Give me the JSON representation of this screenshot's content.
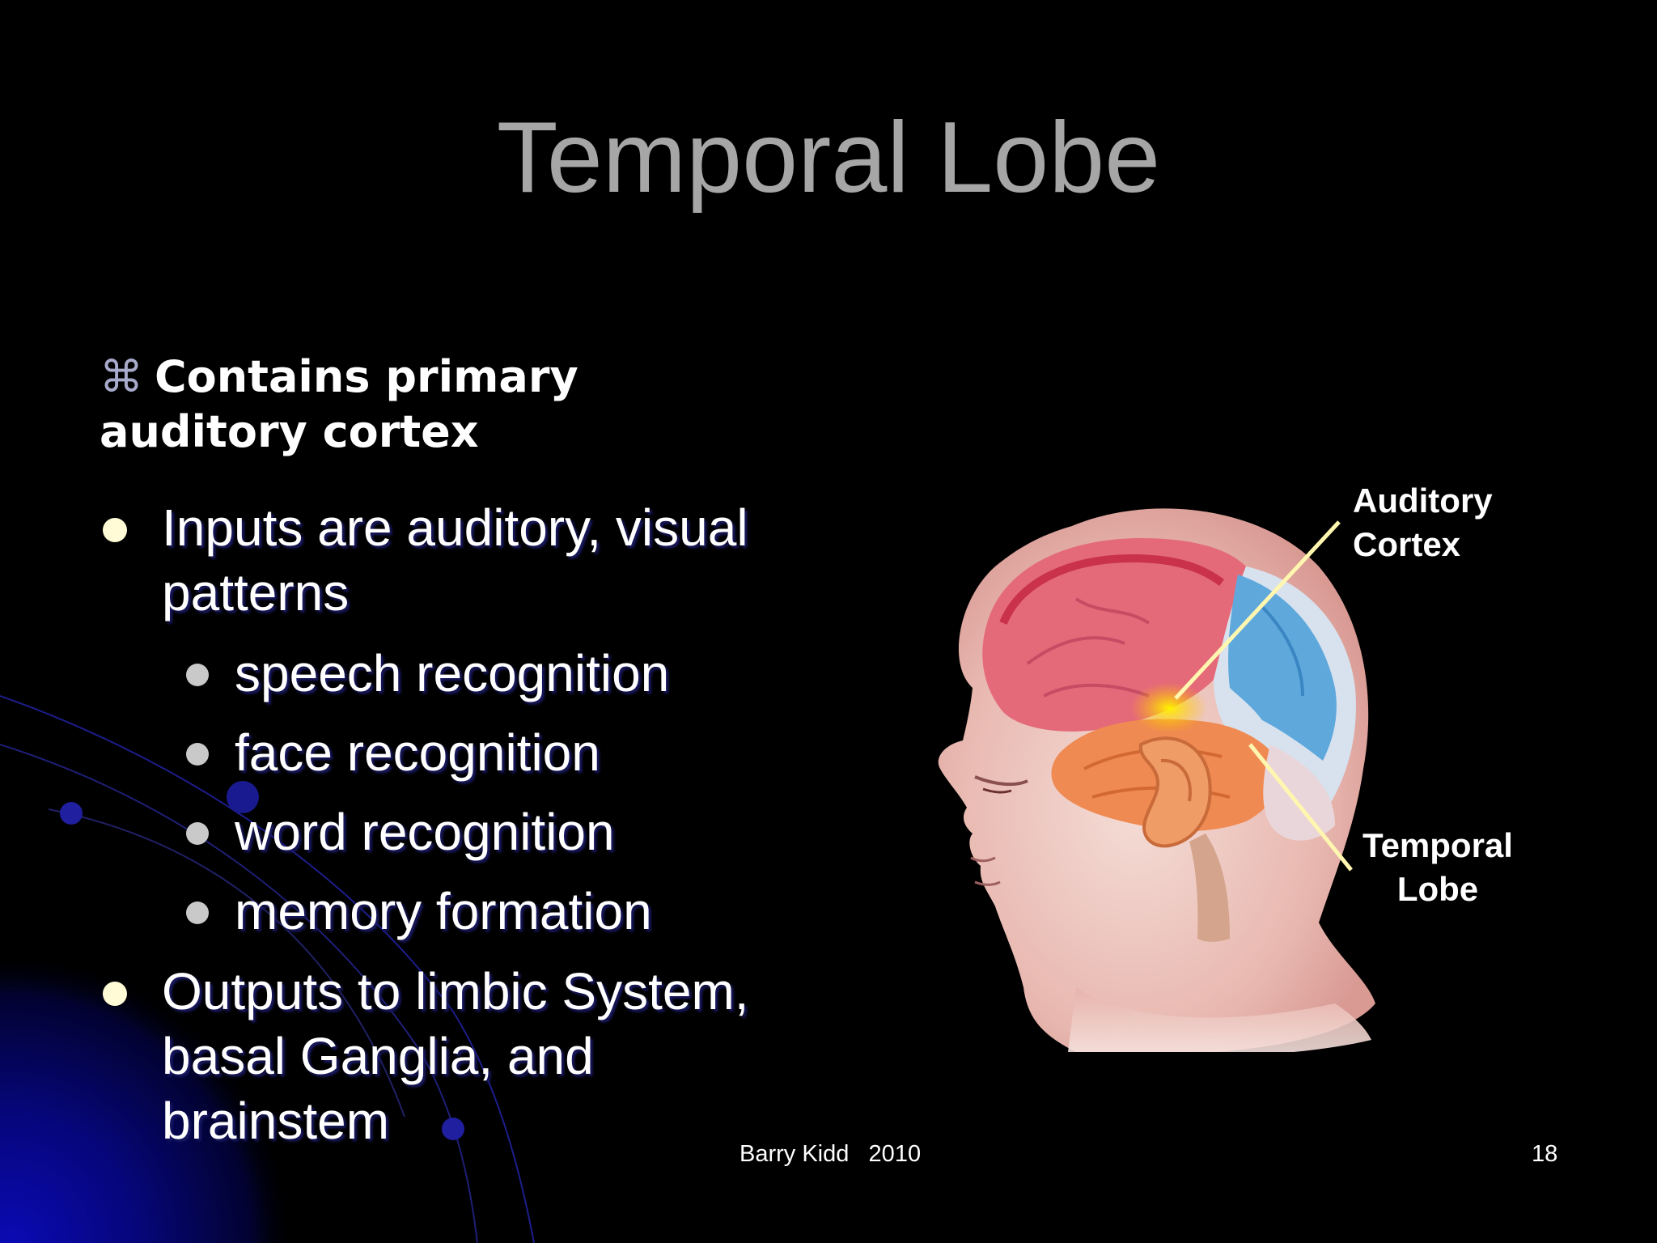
{
  "slide": {
    "title": "Temporal Lobe",
    "subhead": {
      "symbol": "⌘",
      "line1": "Contains primary",
      "line2": "auditory cortex"
    },
    "bullets": [
      {
        "line1": "Inputs are auditory, visual",
        "line2": "patterns"
      },
      {
        "line1": "Outputs to limbic System,",
        "line2": "basal Ganglia, and",
        "line3": "brainstem"
      }
    ],
    "subbullets": [
      "speech recognition",
      "face recognition",
      "word recognition",
      "memory formation"
    ],
    "callouts": {
      "auditory": {
        "line1": "Auditory",
        "line2": "Cortex"
      },
      "temporal": {
        "line1": "Temporal",
        "line2": "Lobe"
      }
    },
    "footer": {
      "author": "Barry Kidd   2010",
      "page": "18"
    }
  },
  "colors": {
    "background": "#000000",
    "title": "#a6a6a6",
    "text": "#ffffff",
    "bullet_main": "#fffbd6",
    "bullet_sub": "#c9c9c9",
    "callout_line": "#fff6b0",
    "accent_blue": "#0a0aa8"
  },
  "icons": {
    "subhead_symbol": "command-symbol",
    "bullet_main": "cream-dot",
    "bullet_sub": "gray-dot",
    "illustration": "brain-head-profile"
  }
}
